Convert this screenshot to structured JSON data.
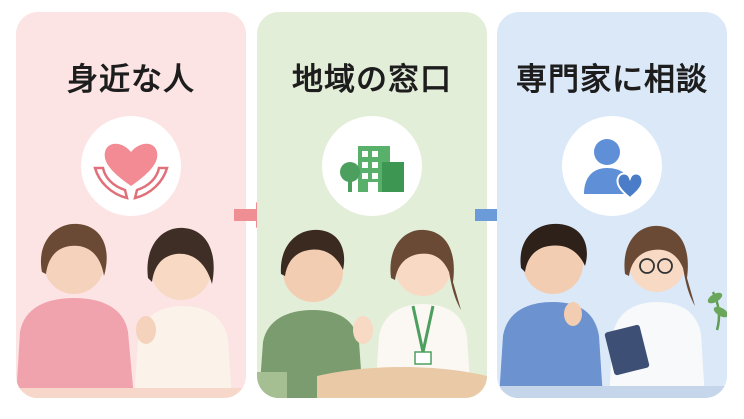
{
  "panels": [
    {
      "title": "身近な人",
      "icon": "heart-hands-icon",
      "color": "#fce3e4"
    },
    {
      "title": "地域の窓口",
      "icon": "building-icon",
      "color": "#e3eed9"
    },
    {
      "title": "専門家に相談",
      "icon": "person-heart-icon",
      "color": "#dbe8f7"
    }
  ],
  "arrows": [
    {
      "icon": "arrow-right-icon",
      "color": "#f08f93"
    },
    {
      "icon": "arrow-right-icon",
      "color": "#6c9bd9"
    }
  ]
}
